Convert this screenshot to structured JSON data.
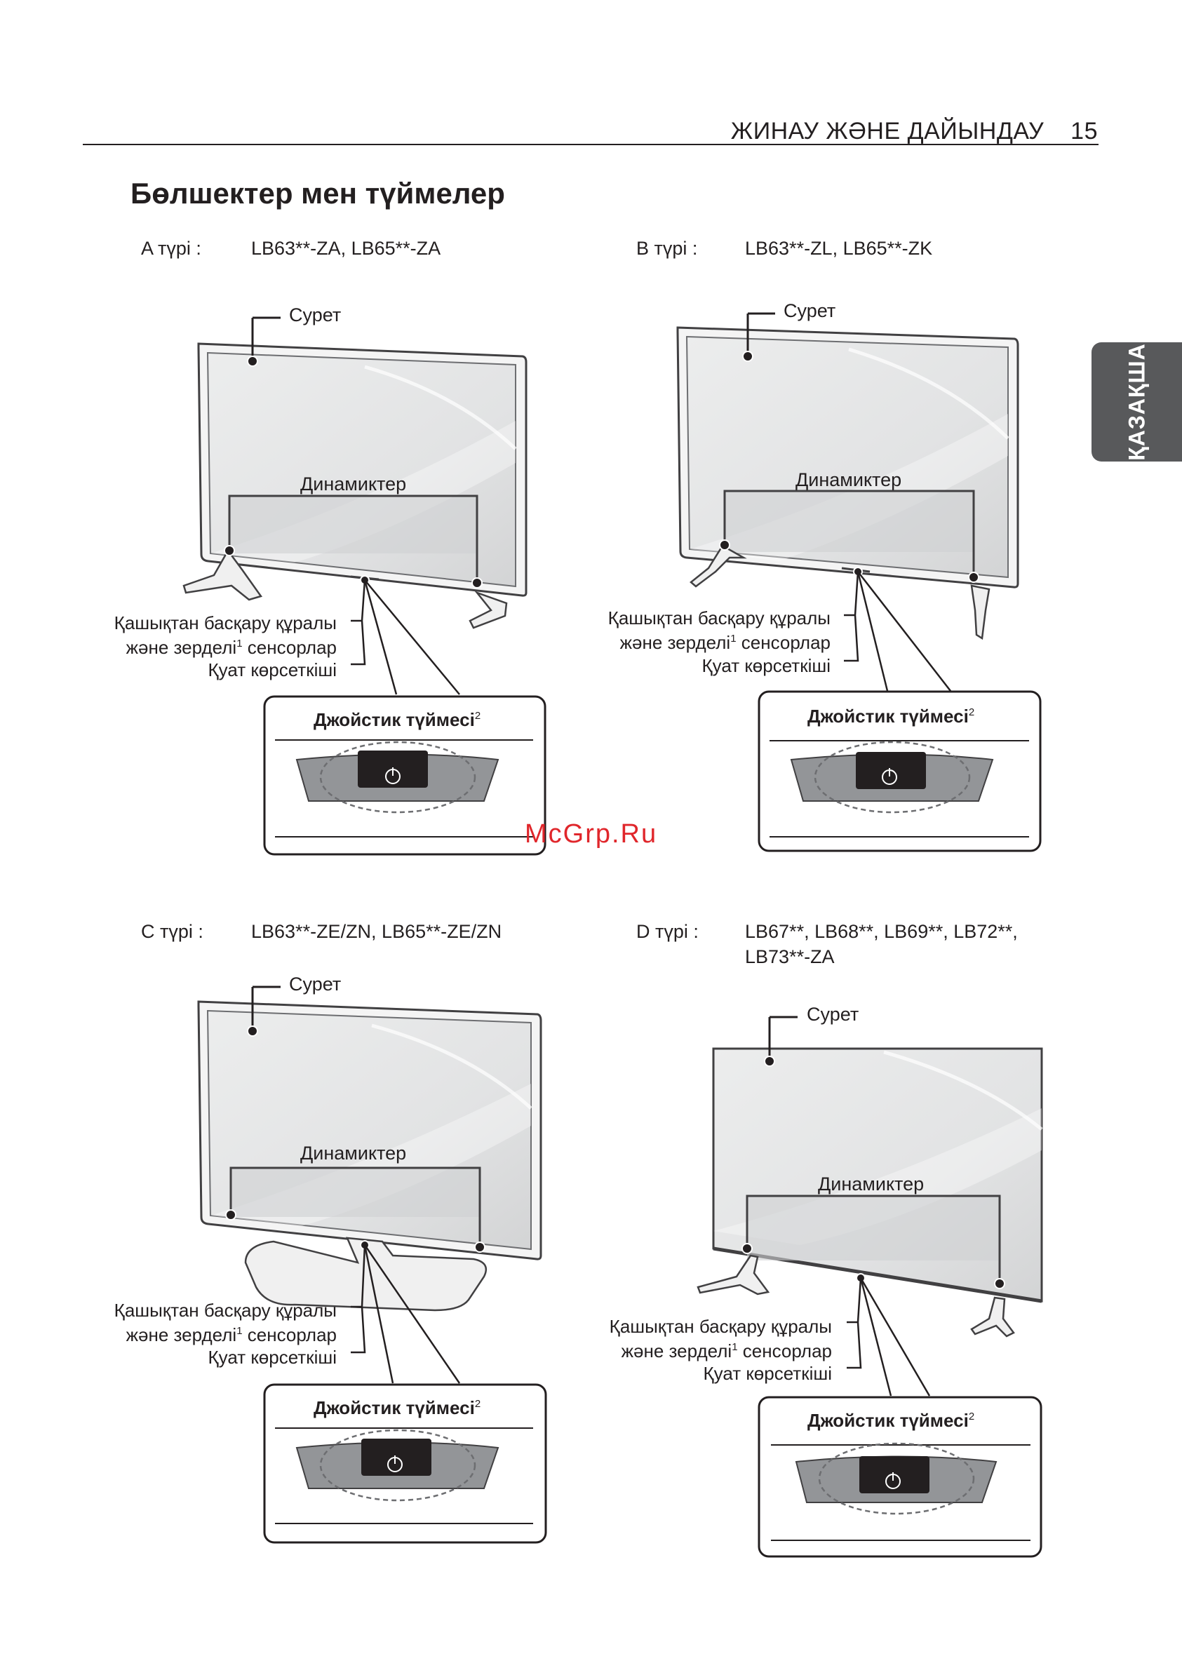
{
  "header": {
    "section": "ЖИНАУ ЖӘНЕ ДАЙЫНДАУ",
    "page": "15"
  },
  "side_tab": "ҚАЗАҚША",
  "title": "Бөлшектер мен түймелер",
  "types": [
    {
      "label": "A түрі :",
      "models": "LB63**-ZA, LB65**-ZA"
    },
    {
      "label": "B түрі :",
      "models": "LB63**-ZL, LB65**-ZK"
    },
    {
      "label": "C түрі :",
      "models": "LB63**-ZE/ZN, LB65**-ZE/ZN"
    },
    {
      "label": "D түрі :",
      "models": "LB67**, LB68**, LB69**, LB72**,",
      "models2": "LB73**-ZA"
    }
  ],
  "callouts": {
    "picture": "Сурет",
    "speakers": "Динамиктер",
    "remote1": "Қашықтан басқару құралы",
    "remote2a": "және зерделі",
    "remote2b": " сенсорлар",
    "power": "Қуат көрсеткіші",
    "joystick": "Джойстик түймесі",
    "sup1": "1",
    "sup2": "2"
  },
  "watermark": "McGrp.Ru"
}
